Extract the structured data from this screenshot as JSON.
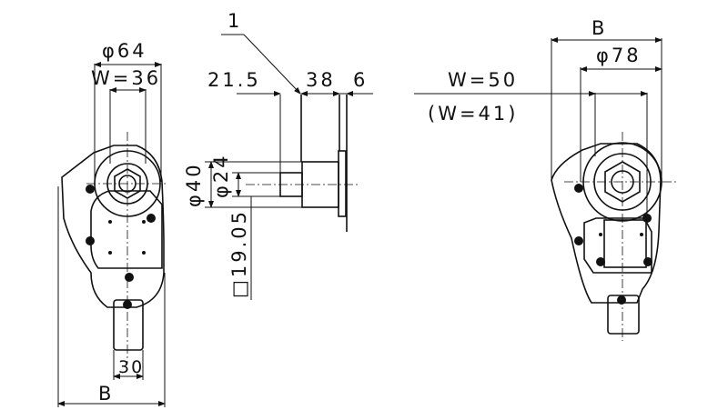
{
  "left_view": {
    "phi_outer": "φ64",
    "w": "W=36",
    "b": "B",
    "bottom_width": "30"
  },
  "side_view": {
    "callout": "1",
    "dim_21_5": "21.5",
    "dim_38": "38",
    "dim_6": "6",
    "phi_40": "φ40",
    "phi_24": "φ24",
    "square": "□19.05"
  },
  "right_view": {
    "b": "B",
    "phi_78": "φ78",
    "w": "W=50",
    "w_alt": "(W=41)"
  }
}
